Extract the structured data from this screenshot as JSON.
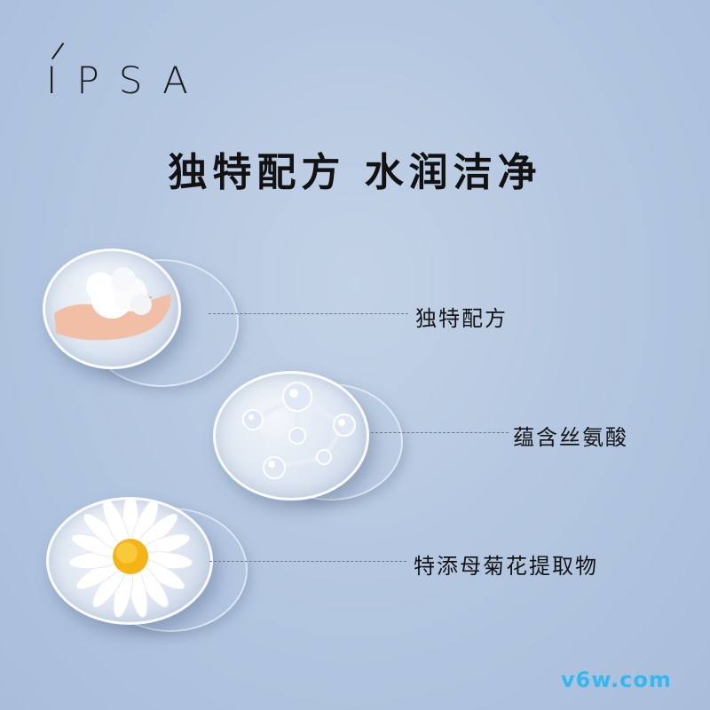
{
  "brand": {
    "logo_text": "IPSA"
  },
  "headline": "独特配方 水润洁净",
  "features": [
    {
      "label": "独特配方",
      "icon": "foam-hand-icon"
    },
    {
      "label": "蕴含丝氨酸",
      "icon": "molecule-icon"
    },
    {
      "label": "特添母菊花提取物",
      "icon": "chamomile-flower-icon"
    }
  ],
  "watermark": "v6w.com",
  "colors": {
    "background": "#b3c6e0",
    "text": "#141414",
    "watermark": "#35b8f0"
  }
}
